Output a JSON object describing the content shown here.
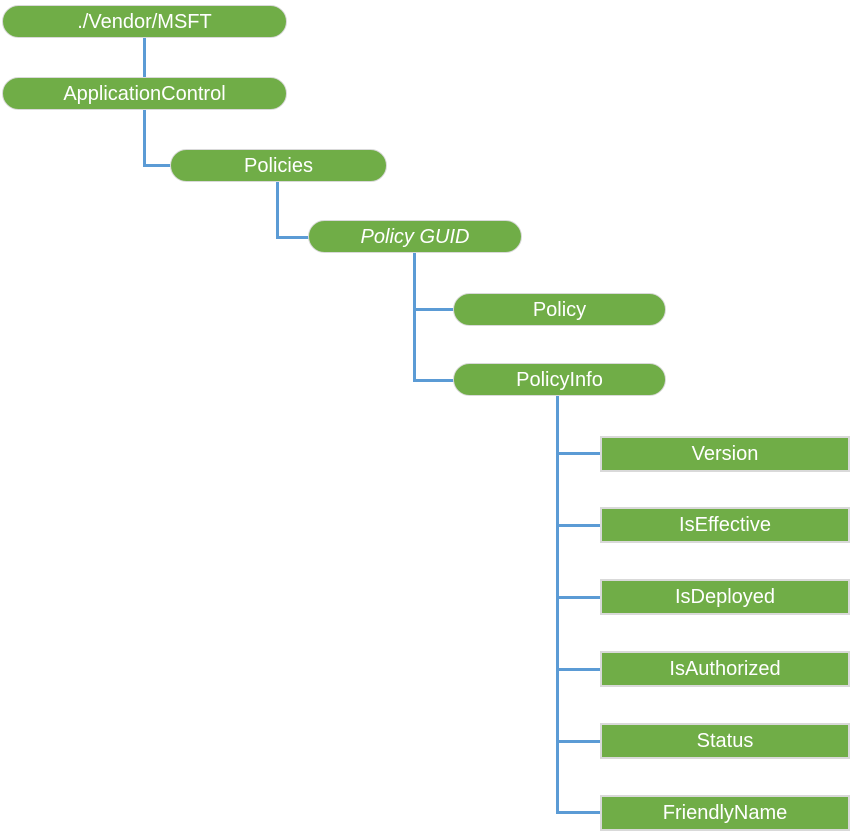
{
  "diagram": {
    "type": "tree",
    "description": "CSP node hierarchy tree diagram",
    "colors": {
      "node_fill": "#70AD47",
      "node_border": "#D9D9D9",
      "connector": "#5B9BD5",
      "node_text": "#FFFFFF",
      "background": "#FFFFFF"
    },
    "nodes": [
      {
        "label": "./Vendor/MSFT",
        "shape": "pill",
        "italic": false,
        "parent": null
      },
      {
        "label": "ApplicationControl",
        "shape": "pill",
        "italic": false,
        "parent": "./Vendor/MSFT"
      },
      {
        "label": "Policies",
        "shape": "pill",
        "italic": false,
        "parent": "ApplicationControl"
      },
      {
        "label": "Policy GUID",
        "shape": "pill",
        "italic": true,
        "parent": "Policies"
      },
      {
        "label": "Policy",
        "shape": "pill",
        "italic": false,
        "parent": "Policy GUID"
      },
      {
        "label": "PolicyInfo",
        "shape": "pill",
        "italic": false,
        "parent": "Policy GUID"
      },
      {
        "label": "Version",
        "shape": "rect",
        "italic": false,
        "parent": "PolicyInfo"
      },
      {
        "label": "IsEffective",
        "shape": "rect",
        "italic": false,
        "parent": "PolicyInfo"
      },
      {
        "label": "IsDeployed",
        "shape": "rect",
        "italic": false,
        "parent": "PolicyInfo"
      },
      {
        "label": "IsAuthorized",
        "shape": "rect",
        "italic": false,
        "parent": "PolicyInfo"
      },
      {
        "label": "Status",
        "shape": "rect",
        "italic": false,
        "parent": "PolicyInfo"
      },
      {
        "label": "FriendlyName",
        "shape": "rect",
        "italic": false,
        "parent": "PolicyInfo"
      }
    ]
  }
}
